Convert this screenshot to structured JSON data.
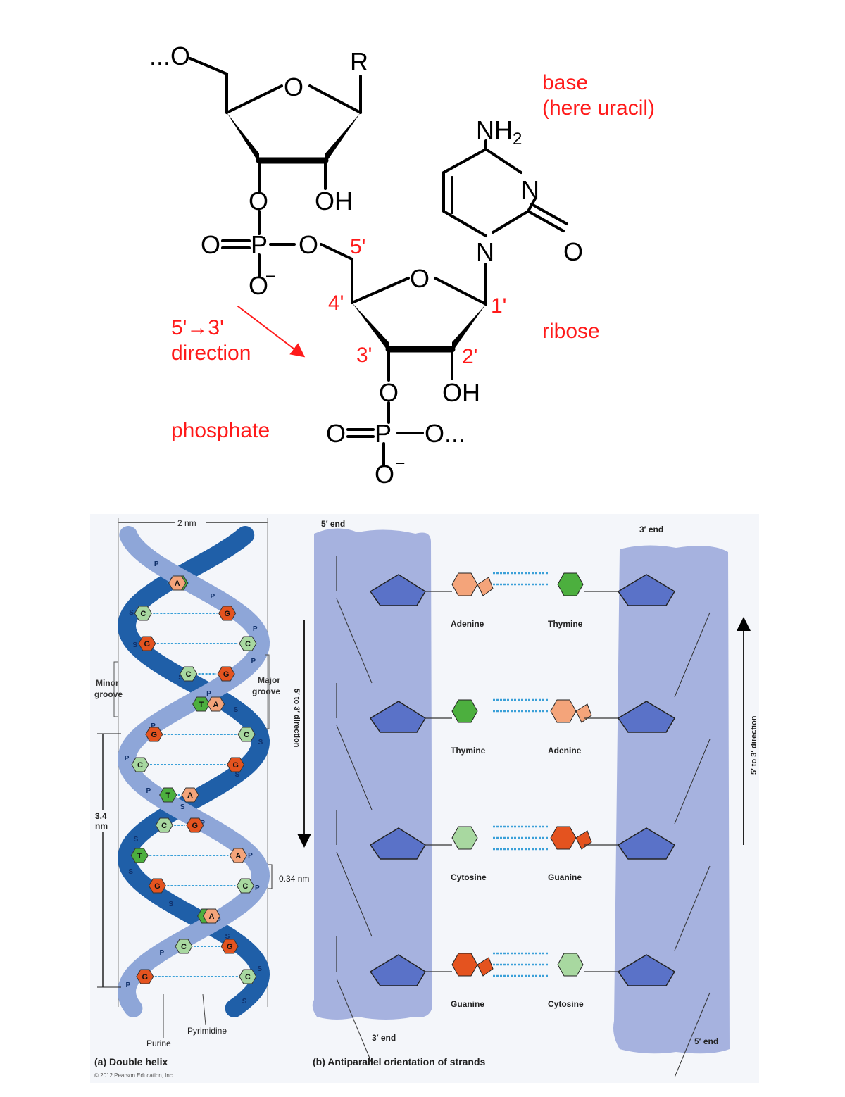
{
  "top": {
    "labels": {
      "base": "base",
      "base_note": "(here uracil)",
      "ribose": "ribose",
      "direction_1": "5'→3'",
      "direction_2": "direction",
      "phosphate": "phosphate"
    },
    "atoms": {
      "o_chain_start": "...O",
      "r_group": "R",
      "ring_o1": "O",
      "o3_upper": "O",
      "oh_upper": "OH",
      "p_upper": "P",
      "p_upper_o_double": "O",
      "p_upper_o_link": "O",
      "p_upper_o_minus": "O",
      "nh2": "NH",
      "nh2_sub": "2",
      "n3": "N",
      "n1": "N",
      "c2_o": "O",
      "ring_o2": "O",
      "o3_lower": "O",
      "oh_lower": "OH",
      "p_lower": "P",
      "p_lower_o_double": "O",
      "p_lower_o_chain": "O...",
      "p_lower_o_minus": "O",
      "minus": "–"
    },
    "positions": {
      "p5": "5'",
      "p4": "4'",
      "p3": "3'",
      "p2": "2'",
      "p1": "1'"
    }
  },
  "bottom": {
    "panel_a": {
      "caption_letter": "(a)",
      "caption": "Double helix",
      "copyright": "© 2012 Pearson Education, Inc.",
      "width_label": "2 nm",
      "minor_groove": [
        "Minor",
        "groove"
      ],
      "major_groove": [
        "Major",
        "groove"
      ],
      "pitch": [
        "3.4",
        "nm"
      ],
      "rise": "0.34 nm",
      "purine": "Purine",
      "pyrimidine": "Pyrimidine",
      "backbone_s": "S",
      "backbone_p": "P",
      "rungs": [
        {
          "l": "T",
          "r": "A"
        },
        {
          "l": "C",
          "r": "G"
        },
        {
          "l": "G",
          "r": "C"
        },
        {
          "l": "C",
          "r": "G"
        },
        {
          "l": "T",
          "r": "A"
        },
        {
          "l": "G",
          "r": "C"
        },
        {
          "l": "C",
          "r": "G"
        },
        {
          "l": "T",
          "r": "A"
        },
        {
          "l": "C",
          "r": "G"
        },
        {
          "l": "T",
          "r": "A"
        },
        {
          "l": "G",
          "r": "C"
        },
        {
          "l": "T",
          "r": "A"
        },
        {
          "l": "C",
          "r": "G"
        },
        {
          "l": "G",
          "r": "C"
        }
      ]
    },
    "panel_b": {
      "caption_letter": "(b)",
      "caption": "Antiparallel orientation of strands",
      "left_strand_top": "5′ end",
      "left_strand_bottom": "3′ end",
      "right_strand_top": "3′ end",
      "right_strand_bottom": "5′ end",
      "left_direction": "5′ to 3′ direction",
      "right_direction": "5′ to 3′ direction",
      "pairs": [
        {
          "left": "Adenine",
          "right": "Thymine"
        },
        {
          "left": "Thymine",
          "right": "Adenine"
        },
        {
          "left": "Cytosine",
          "right": "Guanine"
        },
        {
          "left": "Guanine",
          "right": "Cytosine"
        }
      ],
      "colors": {
        "strand_band": "#a6b2df",
        "sugar": "#5a72c8",
        "adenine": "#f4a47a",
        "thymine": "#4caf3e",
        "cytosine": "#a8d8a0",
        "guanine": "#e4531f",
        "hbond": "#3aa0d8",
        "helix_dark": "#1f5fa8",
        "helix_light": "#8ea6d8"
      }
    }
  }
}
